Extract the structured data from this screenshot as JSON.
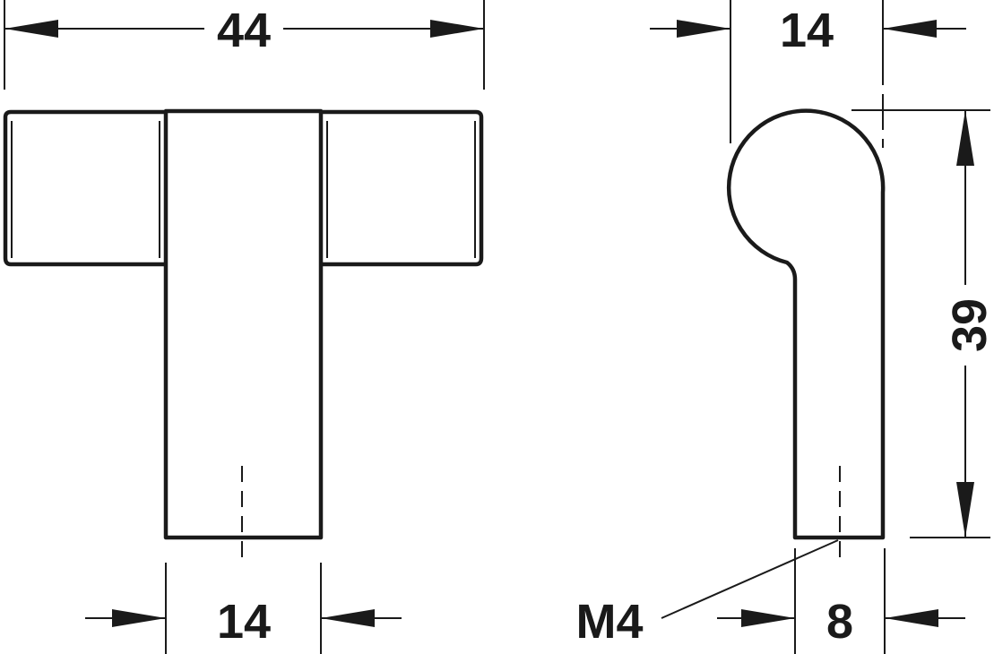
{
  "front_view": {
    "width_label": "44",
    "stem_width_label": "14"
  },
  "side_view": {
    "diameter_label": "14",
    "height_label": "39",
    "thread_label": "M4",
    "stem_width_label": "8"
  },
  "colors": {
    "line": "#1a1a1a",
    "background": "#ffffff"
  }
}
